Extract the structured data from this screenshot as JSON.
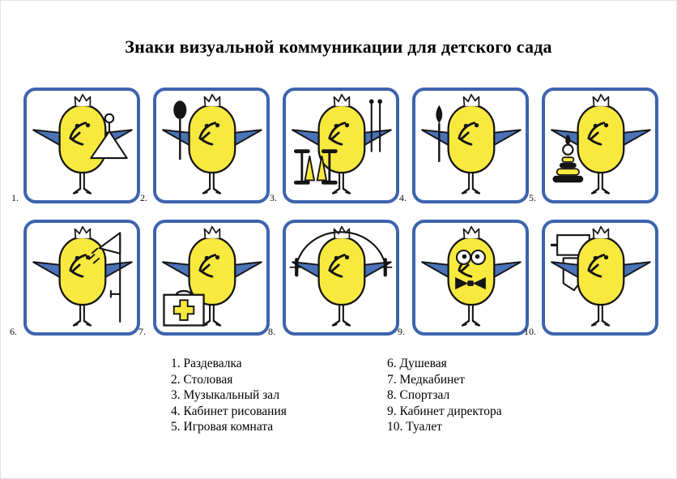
{
  "title": "Знаки визуальной коммуникации для детского сада",
  "cards": [
    {
      "number": "1.",
      "label": "Раздевалка",
      "prop": "hanger"
    },
    {
      "number": "2.",
      "label": "Столовая",
      "prop": "spoon"
    },
    {
      "number": "3.",
      "label": "Музыкальный зал",
      "prop": "drum-stand-and-drumsticks"
    },
    {
      "number": "4.",
      "label": "Кабинет рисования",
      "prop": "paintbrush"
    },
    {
      "number": "5.",
      "label": "Игровая комната",
      "prop": "pyramid-toy"
    },
    {
      "number": "6.",
      "label": "Душевая",
      "prop": "shower"
    },
    {
      "number": "7.",
      "label": "Медкабинет",
      "prop": "first-aid-kit"
    },
    {
      "number": "8.",
      "label": "Спортзал",
      "prop": "jump-rope"
    },
    {
      "number": "9.",
      "label": "Кабинет директора",
      "prop": "glasses-and-bow-tie"
    },
    {
      "number": "10.",
      "label": "Туалет",
      "prop": "toilet-paper"
    }
  ],
  "legend": {
    "left": [
      "1. Раздевалка",
      "2. Столовая",
      "3. Музыкальный зал",
      "4. Кабинет рисования",
      "5. Игровая комната"
    ],
    "right": [
      "6. Душевая",
      "7. Медкабинет",
      "8. Спортзал",
      "9. Кабинет директора",
      "10. Туалет"
    ]
  },
  "colors": {
    "card_border": "#3d64ad",
    "chick_body": "#f8e93f",
    "wing_blue": "#4a72b8",
    "outline": "#141414"
  }
}
